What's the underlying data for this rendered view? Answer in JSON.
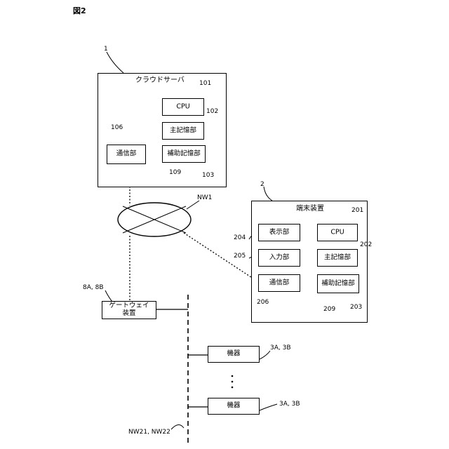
{
  "figure_label": "図2",
  "cloud_server": {
    "ref": "1",
    "title": "クラウドサーバ",
    "cpu": {
      "label": "CPU",
      "ref": "101"
    },
    "main_memory": {
      "label": "主記憶部",
      "ref": "102"
    },
    "aux_memory": {
      "label": "補助記憶部",
      "ref": "103"
    },
    "comm": {
      "label": "通信部",
      "ref": "106"
    },
    "bus_ref": "109"
  },
  "network": {
    "ref": "NW1"
  },
  "terminal": {
    "ref": "2",
    "title": "端末装置",
    "display": {
      "label": "表示部",
      "ref": "204"
    },
    "input": {
      "label": "入力部",
      "ref": "205"
    },
    "comm": {
      "label": "通信部",
      "ref": "206"
    },
    "cpu": {
      "label": "CPU",
      "ref": "201"
    },
    "main_memory": {
      "label": "主記憶部",
      "ref": "202"
    },
    "aux_memory": {
      "label": "補助記憶部",
      "ref": "203"
    },
    "bus_ref": "209"
  },
  "gateway": {
    "ref": "8A, 8B",
    "line1": "ゲートウェイ",
    "line2": "装置"
  },
  "devices": [
    {
      "label": "機器",
      "ref": "3A, 3B"
    },
    {
      "label": "機器",
      "ref": "3A, 3B"
    }
  ],
  "local_network": {
    "ref": "NW21, NW22"
  }
}
